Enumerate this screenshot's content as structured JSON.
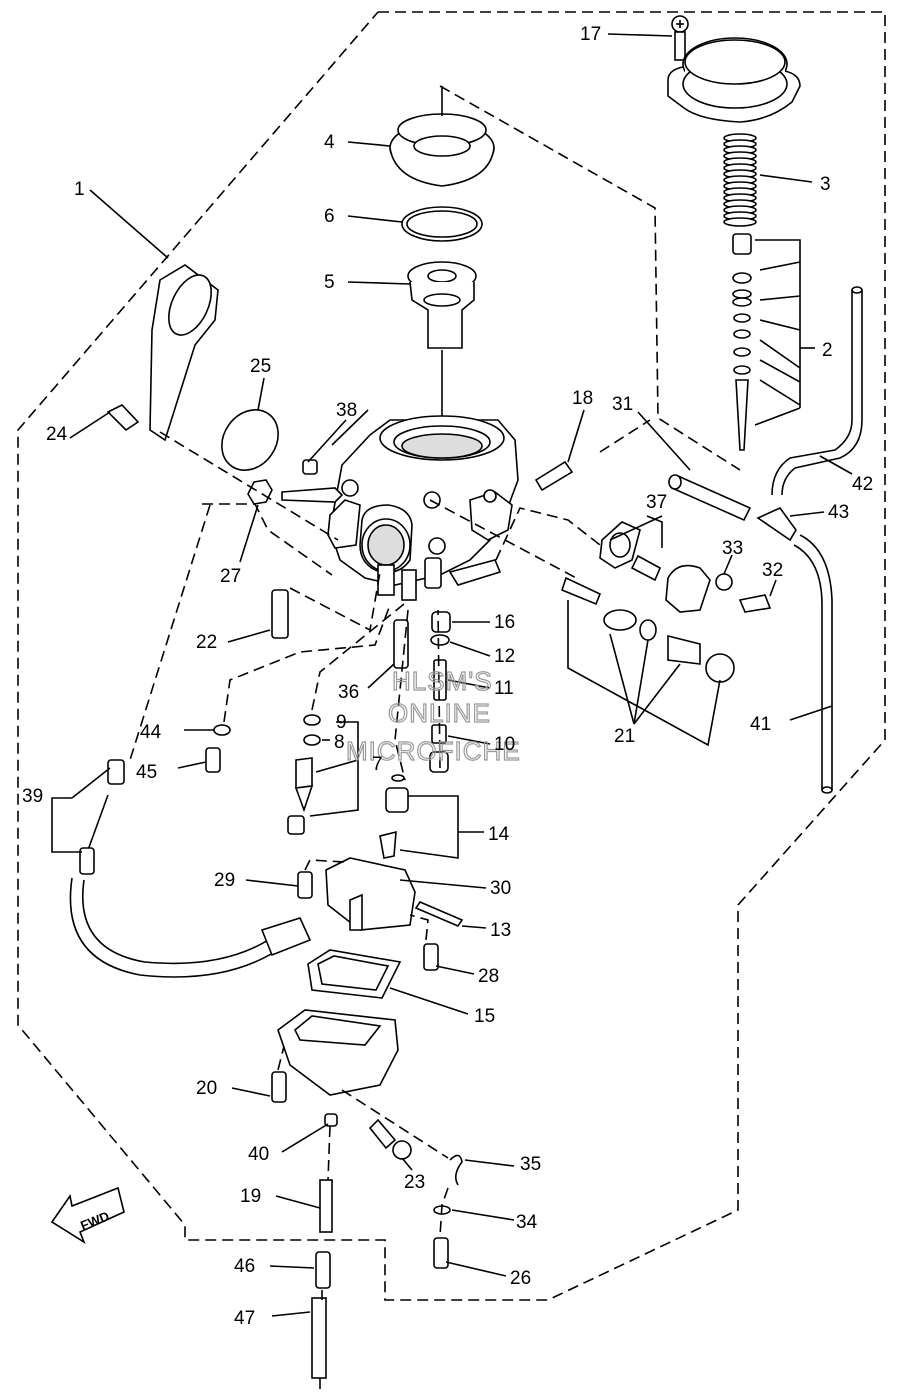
{
  "watermark": {
    "line1": "HLSM'S",
    "line2": "ONLINE",
    "line3": "MICROFICHE"
  },
  "direction_label": "FWD",
  "callouts": [
    {
      "id": "c1",
      "text": "1"
    },
    {
      "id": "c2",
      "text": "2"
    },
    {
      "id": "c3",
      "text": "3"
    },
    {
      "id": "c4",
      "text": "4"
    },
    {
      "id": "c5",
      "text": "5"
    },
    {
      "id": "c6",
      "text": "6"
    },
    {
      "id": "c7",
      "text": "7"
    },
    {
      "id": "c8",
      "text": "8"
    },
    {
      "id": "c9",
      "text": "9"
    },
    {
      "id": "c10",
      "text": "10"
    },
    {
      "id": "c11",
      "text": "11"
    },
    {
      "id": "c12",
      "text": "12"
    },
    {
      "id": "c13",
      "text": "13"
    },
    {
      "id": "c14",
      "text": "14"
    },
    {
      "id": "c15",
      "text": "15"
    },
    {
      "id": "c16",
      "text": "16"
    },
    {
      "id": "c17",
      "text": "17"
    },
    {
      "id": "c18",
      "text": "18"
    },
    {
      "id": "c19",
      "text": "19"
    },
    {
      "id": "c20",
      "text": "20"
    },
    {
      "id": "c21",
      "text": "21"
    },
    {
      "id": "c22",
      "text": "22"
    },
    {
      "id": "c23",
      "text": "23"
    },
    {
      "id": "c24",
      "text": "24"
    },
    {
      "id": "c25",
      "text": "25"
    },
    {
      "id": "c26",
      "text": "26"
    },
    {
      "id": "c27",
      "text": "27"
    },
    {
      "id": "c28",
      "text": "28"
    },
    {
      "id": "c29",
      "text": "29"
    },
    {
      "id": "c30",
      "text": "30"
    },
    {
      "id": "c31",
      "text": "31"
    },
    {
      "id": "c32",
      "text": "32"
    },
    {
      "id": "c33",
      "text": "33"
    },
    {
      "id": "c34",
      "text": "34"
    },
    {
      "id": "c35",
      "text": "35"
    },
    {
      "id": "c36",
      "text": "36"
    },
    {
      "id": "c37",
      "text": "37"
    },
    {
      "id": "c38",
      "text": "38"
    },
    {
      "id": "c39",
      "text": "39"
    },
    {
      "id": "c40",
      "text": "40"
    },
    {
      "id": "c41",
      "text": "41"
    },
    {
      "id": "c42",
      "text": "42"
    },
    {
      "id": "c43",
      "text": "43"
    },
    {
      "id": "c44",
      "text": "44"
    },
    {
      "id": "c45",
      "text": "45"
    },
    {
      "id": "c46",
      "text": "46"
    },
    {
      "id": "c47",
      "text": "47"
    }
  ]
}
